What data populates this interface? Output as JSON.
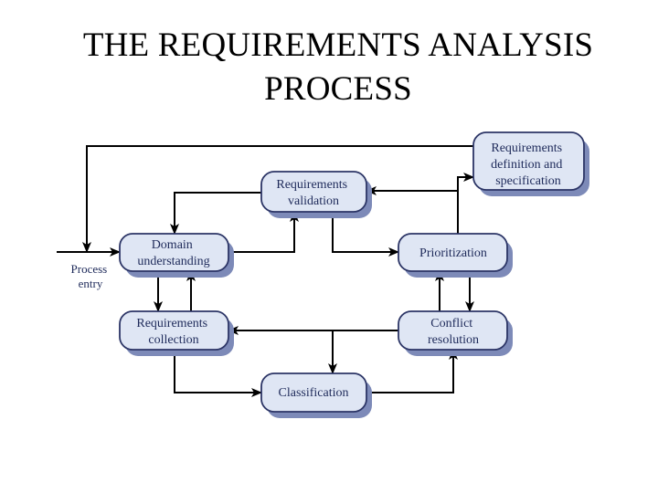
{
  "title": {
    "line1": "THE REQUIREMENTS ANALYSIS",
    "line2": "PROCESS"
  },
  "diagram": {
    "process_entry": [
      "Process",
      "entry"
    ],
    "nodes": {
      "domain_understanding": [
        "Domain",
        "understanding"
      ],
      "requirements_validation": [
        "Requirements",
        "validation"
      ],
      "requirements_definition": [
        "Requirements",
        "definition and",
        "specification"
      ],
      "prioritization": [
        "Prioritization"
      ],
      "conflict_resolution": [
        "Conflict",
        "resolution"
      ],
      "classification": [
        "Classification"
      ],
      "requirements_collection": [
        "Requirements",
        "collection"
      ]
    }
  },
  "colors": {
    "node_fill": "#dfe6f4",
    "node_stroke": "#2c3566",
    "node_shadow": "#7d8ab8",
    "arrow": "#000000",
    "text": "#1e2a5a"
  }
}
